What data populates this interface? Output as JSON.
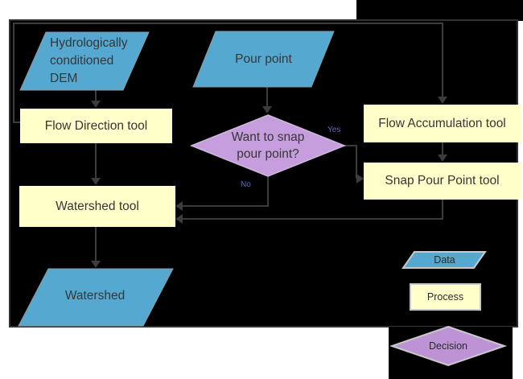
{
  "nodes": {
    "dem": {
      "label": "Hydrologically\nconditioned\nDEM",
      "type": "data"
    },
    "pour_point": {
      "label": "Pour point",
      "type": "data"
    },
    "flow_direction": {
      "label": "Flow Direction tool",
      "type": "process"
    },
    "flow_accumulation": {
      "label": "Flow Accumulation tool",
      "type": "process"
    },
    "snap_pour_point": {
      "label": "Snap Pour Point tool",
      "type": "process"
    },
    "decision": {
      "label": "Want to snap\npour point?",
      "type": "decision"
    },
    "watershed_tool": {
      "label": "Watershed tool",
      "type": "process"
    },
    "watershed": {
      "label": "Watershed",
      "type": "data"
    }
  },
  "branch_labels": {
    "yes": "Yes",
    "no": "No"
  },
  "edges": [
    {
      "from": "Hydrologically conditioned DEM",
      "to": "Flow Direction tool"
    },
    {
      "from": "Flow Direction tool",
      "to": "Flow Accumulation tool"
    },
    {
      "from": "Flow Direction tool",
      "to": "Watershed tool"
    },
    {
      "from": "Pour point",
      "to": "Want to snap pour point?"
    },
    {
      "from": "Want to snap pour point?",
      "to": "Snap Pour Point tool",
      "label": "Yes"
    },
    {
      "from": "Want to snap pour point?",
      "to": "Watershed tool",
      "label": "No"
    },
    {
      "from": "Flow Accumulation tool",
      "to": "Snap Pour Point tool"
    },
    {
      "from": "Snap Pour Point tool",
      "to": "Watershed tool"
    },
    {
      "from": "Watershed tool",
      "to": "Watershed"
    }
  ],
  "legend": {
    "data": "Data",
    "process": "Process",
    "decision": "Decision"
  },
  "colors": {
    "page_bg": "#ffffff",
    "canvas_bg": "#000000",
    "data_fill": "#55a9d1",
    "process_fill": "#ffffca",
    "decision_fill": "#c69edd",
    "legend_decision_fill": "#bd93d6",
    "connector": "#3c3c3c",
    "branch_label": "#5d6dbe",
    "node_text": "#363636"
  }
}
